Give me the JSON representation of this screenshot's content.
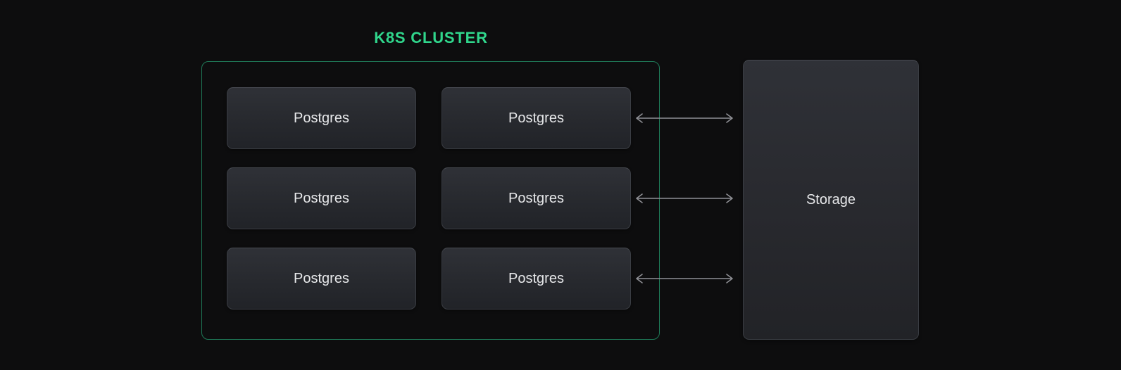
{
  "diagram": {
    "title": "K8S CLUSTER",
    "cluster": {
      "nodes": [
        "Postgres",
        "Postgres",
        "Postgres",
        "Postgres",
        "Postgres",
        "Postgres"
      ]
    },
    "storage": {
      "label": "Storage"
    },
    "arrows": {
      "count": 3,
      "direction": "bidirectional"
    },
    "colors": {
      "background": "#0d0d0e",
      "title_green": "#30d68c",
      "cluster_border_green": "#1f7a58",
      "node_fill": "#27292e",
      "node_border": "#3a3d43",
      "node_text": "#e7e8ea",
      "arrow_gray": "#8f9095"
    }
  }
}
